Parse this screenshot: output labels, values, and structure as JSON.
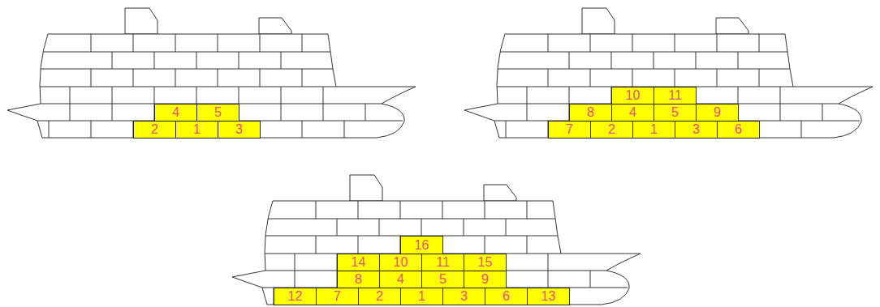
{
  "diagram": {
    "nodes": [
      {
        "text": [
          "4"
        ]
      },
      {
        "text": [
          "5"
        ]
      },
      {
        "text": [
          "2"
        ]
      },
      {
        "text": [
          "1"
        ]
      },
      {
        "text": [
          "3"
        ]
      },
      {
        "text": [
          "10"
        ]
      },
      {
        "text": [
          "11"
        ]
      },
      {
        "text": [
          "8"
        ]
      },
      {
        "text": [
          "4"
        ]
      },
      {
        "text": [
          "5"
        ]
      },
      {
        "text": [
          "9"
        ]
      },
      {
        "text": [
          "7"
        ]
      },
      {
        "text": [
          "2"
        ]
      },
      {
        "text": [
          "1"
        ]
      },
      {
        "text": [
          "3"
        ]
      },
      {
        "text": [
          "6"
        ]
      },
      {
        "text": [
          "16"
        ]
      },
      {
        "text": [
          "14"
        ]
      },
      {
        "text": [
          "10"
        ]
      },
      {
        "text": [
          "11"
        ]
      },
      {
        "text": [
          "15"
        ]
      },
      {
        "text": [
          "8"
        ]
      },
      {
        "text": [
          "4"
        ]
      },
      {
        "text": [
          "5"
        ]
      },
      {
        "text": [
          "9"
        ]
      },
      {
        "text": [
          "12"
        ]
      },
      {
        "text": [
          "7"
        ]
      },
      {
        "text": [
          "2"
        ]
      },
      {
        "text": [
          "1"
        ]
      },
      {
        "text": [
          "3"
        ]
      },
      {
        "text": [
          "6"
        ]
      },
      {
        "text": [
          "13"
        ]
      }
    ]
  }
}
